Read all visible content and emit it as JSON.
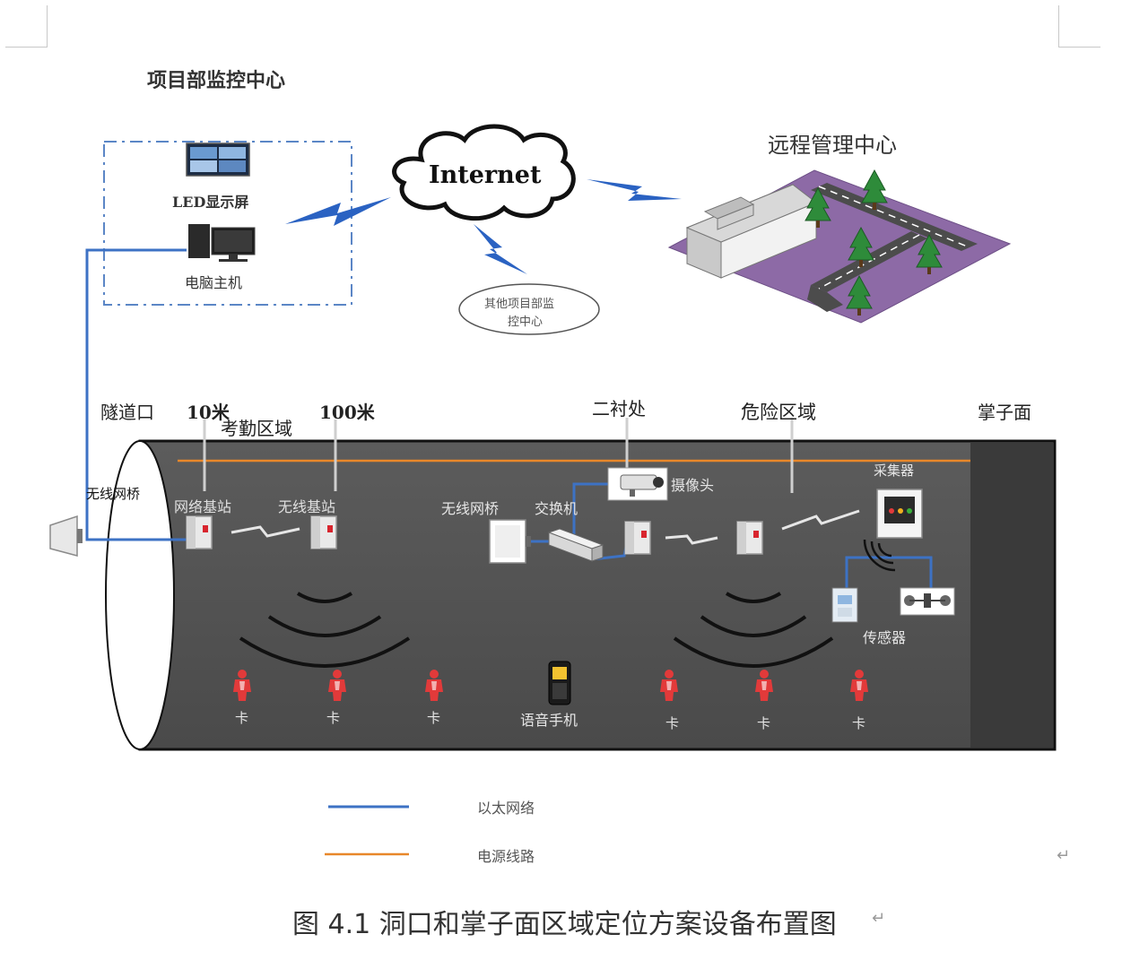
{
  "monitor_center": {
    "title": "项目部监控中心",
    "led_label": "LED显示屏",
    "pc_label": "电脑主机"
  },
  "internet": {
    "label": "Internet"
  },
  "remote_center": {
    "title": "远程管理中心"
  },
  "other_center": {
    "label_line1": "其他项目部监",
    "label_line2": "控中心"
  },
  "tunnel": {
    "entrance": "隧道口",
    "mark_10m": "10米",
    "mark_100m": "100米",
    "attendance": "考勤区域",
    "lining": "二衬处",
    "danger": "危险区域",
    "face": "掌子面",
    "wireless_bridge_outer": "无线网桥",
    "network_base": "网络基站",
    "wireless_base": "无线基站",
    "wireless_bridge_inner": "无线网桥",
    "switch": "交换机",
    "camera": "摄像头",
    "collector": "采集器",
    "sensor": "传感器",
    "voice_phone": "语音手机",
    "card": "卡"
  },
  "legend": {
    "ethernet": "以太网络",
    "power": "电源线路",
    "ethernet_color": "#3d72c4",
    "power_color": "#e8872a"
  },
  "caption": "图 4.1 洞口和掌子面区域定位方案设备布置图",
  "return_mark": "↵"
}
